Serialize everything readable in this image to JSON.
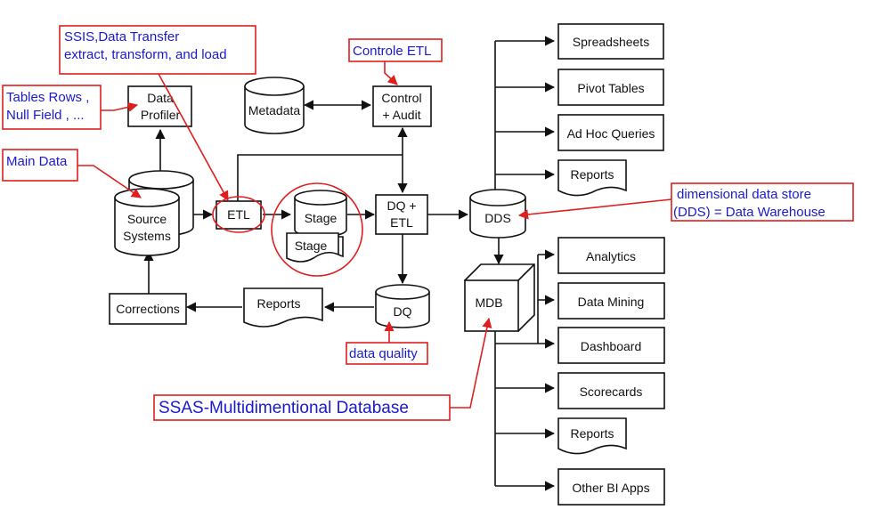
{
  "nodes": {
    "data_profiler": [
      "Data",
      "Profiler"
    ],
    "metadata": "Metadata",
    "control_audit": [
      "Control",
      "+ Audit"
    ],
    "source_systems": [
      "Source",
      "Systems"
    ],
    "etl": "ETL",
    "stage_1": "Stage",
    "stage_2": "Stage",
    "dq_etl": [
      "DQ +",
      "ETL"
    ],
    "dds": "DDS",
    "mdb": "MDB",
    "corrections": "Corrections",
    "reports_bottom": "Reports",
    "dq": "DQ"
  },
  "outputs_top": [
    "Spreadsheets",
    "Pivot Tables",
    "Ad Hoc Queries",
    "Reports"
  ],
  "outputs_bottom": [
    "Analytics",
    "Data Mining",
    "Dashboard",
    "Scorecards",
    "Reports",
    "Other BI Apps"
  ],
  "annotations": {
    "ssis": [
      "SSIS,Data Transfer",
      "extract, transform, and load"
    ],
    "controle_etl": "Controle ETL",
    "tables_rows": [
      "Tables Rows ,",
      "Null Field , ..."
    ],
    "main_data": "Main Data",
    "dimensional": [
      "dimensional data store",
      "(DDS) = Data Warehouse"
    ],
    "data_quality": "data quality",
    "ssas": "SSAS-Multidimentional Database"
  },
  "colors": {
    "annotation_border": "#dd1f1f",
    "annotation_text": "#1a1acc",
    "diagram_stroke": "#111111"
  }
}
